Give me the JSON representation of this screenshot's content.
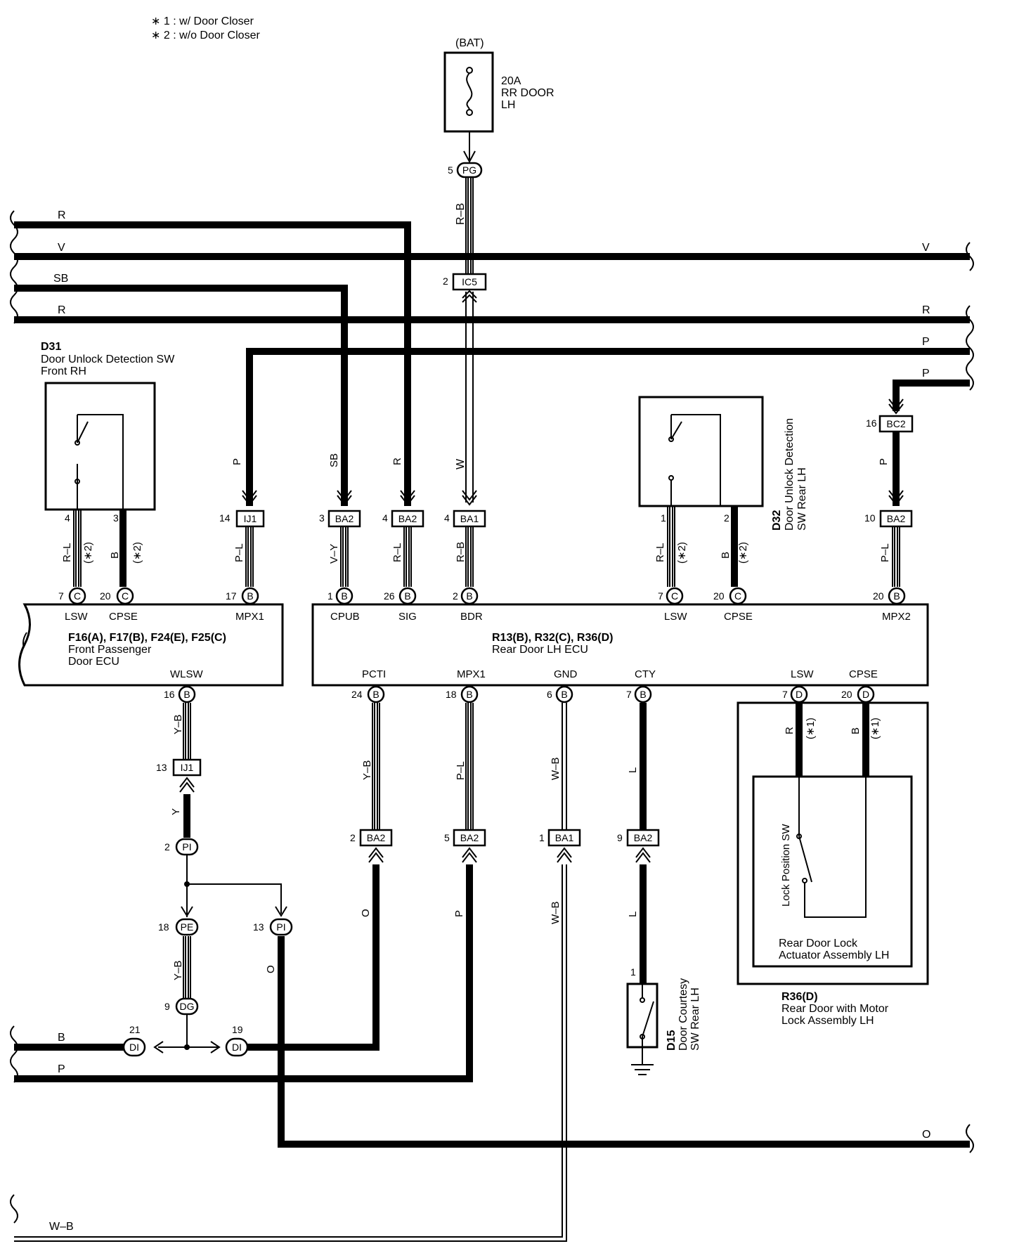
{
  "notes": {
    "note1": "∗ 1 : w/ Door Closer",
    "note2": "∗ 2 : w/o Door Closer"
  },
  "fuse": {
    "source": "(BAT)",
    "rating": "20A",
    "name_line1": "RR DOOR",
    "name_line2": "LH"
  },
  "wire_colors": {
    "R": "R",
    "V": "V",
    "SB": "SB",
    "P": "P",
    "B": "B",
    "O": "O",
    "WB": "W–B",
    "RB": "R–B",
    "W": "W",
    "RL": "R–L",
    "PL": "P–L",
    "VY": "V–Y",
    "YB": "Y–B",
    "Y": "Y",
    "L": "L"
  },
  "connectors": {
    "PG": "PG",
    "IC5": "IC5",
    "IJ1": "IJ1",
    "BA2": "BA2",
    "BA1": "BA1",
    "BC2": "BC2",
    "C": "C",
    "B": "B",
    "D": "D",
    "PI": "PI",
    "PE": "PE",
    "DG": "DG",
    "DI": "DI"
  },
  "pins": {
    "p1": "1",
    "p2": "2",
    "p3": "3",
    "p4": "4",
    "p5": "5",
    "p6": "6",
    "p7": "7",
    "p9": "9",
    "p10": "10",
    "p13": "13",
    "p14": "14",
    "p16": "16",
    "p17": "17",
    "p18": "18",
    "p19": "19",
    "p20": "20",
    "p21": "21",
    "p24": "24",
    "p26": "26"
  },
  "option_marks": {
    "star1": "(∗1)",
    "star2": "(∗2)"
  },
  "d31": {
    "code": "D31",
    "line1": "Door Unlock Detection SW",
    "line2": "Front RH"
  },
  "d32": {
    "code": "D32",
    "line1": "Door Unlock Detection",
    "line2": "SW Rear LH"
  },
  "front_ecu": {
    "code": "F16(A), F17(B), F24(E), F25(C)",
    "line1": "Front Passenger",
    "line2": "Door ECU",
    "terminals": {
      "lsw": "LSW",
      "cpse": "CPSE",
      "mpx1": "MPX1",
      "wlsw": "WLSW"
    }
  },
  "rear_ecu": {
    "code": "R13(B), R32(C), R36(D)",
    "line1": "Rear Door LH ECU",
    "terminals": {
      "cpub": "CPUB",
      "sig": "SIG",
      "bdr": "BDR",
      "lsw": "LSW",
      "cpse": "CPSE",
      "mpx2": "MPX2",
      "pcti": "PCTI",
      "mpx1": "MPX1",
      "gnd": "GND",
      "cty": "CTY"
    }
  },
  "lock_assy": {
    "switch_label": "Lock Position SW",
    "line1": "Rear Door Lock",
    "line2": "Actuator Assembly LH",
    "code": "R36(D)",
    "outer1": "Rear Door with Motor",
    "outer2": "Lock Assembly LH"
  },
  "d15": {
    "code": "D15",
    "line1": "Door Courtesy",
    "line2": "SW Rear LH"
  }
}
